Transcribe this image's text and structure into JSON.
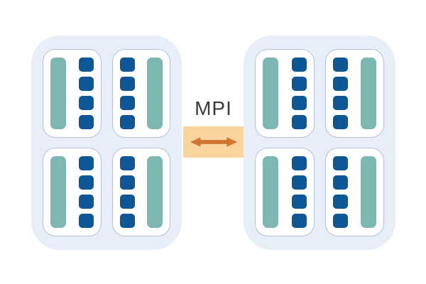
{
  "link": {
    "label": "MPI",
    "type": "bidirectional-arrow"
  },
  "colors": {
    "node_fill": "#E8EEF8",
    "socket_fill": "#FFFFFF",
    "socket_border": "#B7C0D8",
    "core_blue": "#0E5796",
    "bar_teal": "#7CB7B1",
    "mpi_box_fill": "#F9D49E",
    "arrow_orange": "#D1742F",
    "label_text": "#3B3B3B"
  },
  "nodes": [
    {
      "id": "node-1",
      "sockets": [
        {
          "cores": 4,
          "bar_side": "left"
        },
        {
          "cores": 4,
          "bar_side": "right"
        },
        {
          "cores": 4,
          "bar_side": "left"
        },
        {
          "cores": 4,
          "bar_side": "right"
        }
      ]
    },
    {
      "id": "node-2",
      "sockets": [
        {
          "cores": 4,
          "bar_side": "left"
        },
        {
          "cores": 4,
          "bar_side": "right"
        },
        {
          "cores": 4,
          "bar_side": "left"
        },
        {
          "cores": 4,
          "bar_side": "right"
        }
      ]
    }
  ]
}
